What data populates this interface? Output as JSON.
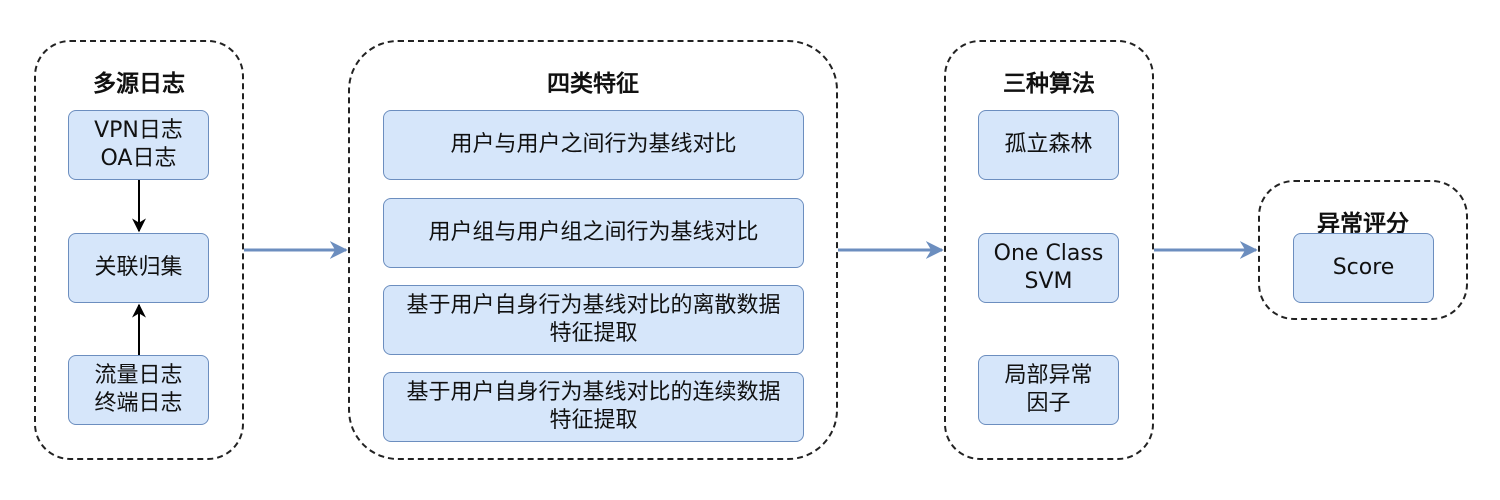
{
  "groups": {
    "sources": {
      "title": "多源日志",
      "nodes": [
        {
          "label": "VPN日志\nOA日志"
        },
        {
          "label": "关联归集"
        },
        {
          "label": "流量日志\n终端日志"
        }
      ]
    },
    "features": {
      "title": "四类特征",
      "nodes": [
        {
          "label": "用户与用户之间行为基线对比"
        },
        {
          "label": "用户组与用户组之间行为基线对比"
        },
        {
          "label": "基于用户自身行为基线对比的离散数据\n特征提取"
        },
        {
          "label": "基于用户自身行为基线对比的连续数据\n特征提取"
        }
      ]
    },
    "algorithms": {
      "title": "三种算法",
      "nodes": [
        {
          "label": "孤立森林"
        },
        {
          "label": "One Class\nSVM"
        },
        {
          "label": "局部异常\n因子"
        }
      ]
    },
    "score": {
      "title": "异常评分",
      "nodes": [
        {
          "label": "Score"
        }
      ]
    }
  },
  "colors": {
    "node_fill": "#d6e6fa",
    "node_border": "#6c8ebf",
    "flow_arrow": "#6c8ebf",
    "inner_arrow": "#000000",
    "group_border": "#222222"
  }
}
